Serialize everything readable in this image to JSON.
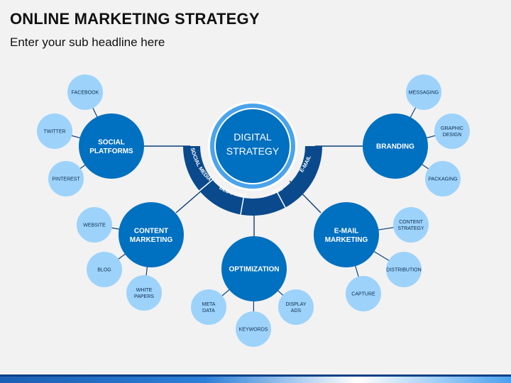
{
  "title": "ONLINE MARKETING STRATEGY",
  "subtitle": "Enter your sub headline here",
  "center": {
    "line1": "DIGITAL",
    "line2": "STRATEGY",
    "arc_labels": [
      "SOCIAL MEDIA",
      "BLOGGING",
      "SEM",
      "E-MAIL"
    ]
  },
  "hubs": [
    {
      "id": "social-platforms",
      "lines": [
        "SOCIAL",
        "PLATFORMS"
      ],
      "leaves": [
        [
          "FACEBOOK"
        ],
        [
          "TWITTER"
        ],
        [
          "PINTEREST"
        ]
      ]
    },
    {
      "id": "branding",
      "lines": [
        "BRANDING"
      ],
      "leaves": [
        [
          "MESSAGING"
        ],
        [
          "GRAPHIC",
          "DESIGN"
        ],
        [
          "PACKAGING"
        ]
      ]
    },
    {
      "id": "content-marketing",
      "lines": [
        "CONTENT",
        "MARKETING"
      ],
      "leaves": [
        [
          "WEBSITE"
        ],
        [
          "BLOG"
        ],
        [
          "WHITE",
          "PAPERS"
        ]
      ]
    },
    {
      "id": "optimization",
      "lines": [
        "OPTIMIZATION"
      ],
      "leaves": [
        [
          "META",
          "DATA"
        ],
        [
          "KEYWORDS"
        ],
        [
          "DISPLAY",
          "ADS"
        ]
      ]
    },
    {
      "id": "email-marketing",
      "lines": [
        "E-MAIL",
        "MARKETING"
      ],
      "leaves": [
        [
          "CONTENT",
          "STRATEGY"
        ],
        [
          "DISTRIBUTION"
        ],
        [
          "CAPTURE"
        ]
      ]
    }
  ],
  "colors": {
    "hub": "#0070c0",
    "leaf": "#9dd3fb",
    "arc": "#0a4a8c",
    "center_ring": "#4aa3ec",
    "line": "#0c3f7a"
  }
}
